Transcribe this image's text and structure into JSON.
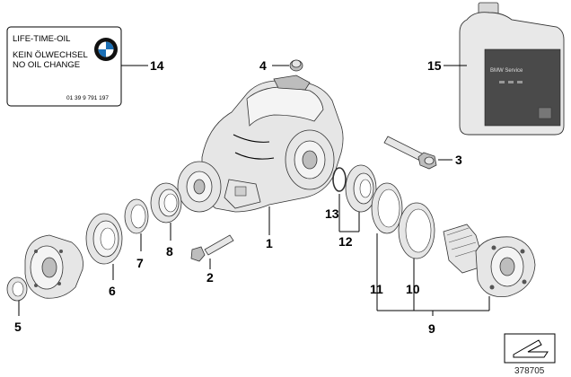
{
  "label_card": {
    "line1": "LIFE-TIME-OIL",
    "line2": "KEIN ÖLWECHSEL",
    "line3": "NO OIL CHANGE",
    "part_no": "01 39 9 791 197",
    "logo_text": "BMW"
  },
  "callouts": {
    "c1": "1",
    "c2": "2",
    "c3": "3",
    "c4": "4",
    "c5": "5",
    "c6": "6",
    "c7": "7",
    "c8": "8",
    "c9": "9",
    "c10": "10",
    "c11": "11",
    "c12": "12",
    "c13": "13",
    "c14": "14",
    "c15": "15"
  },
  "diagram_ref": "378705",
  "bottle_label": "BMW Service"
}
